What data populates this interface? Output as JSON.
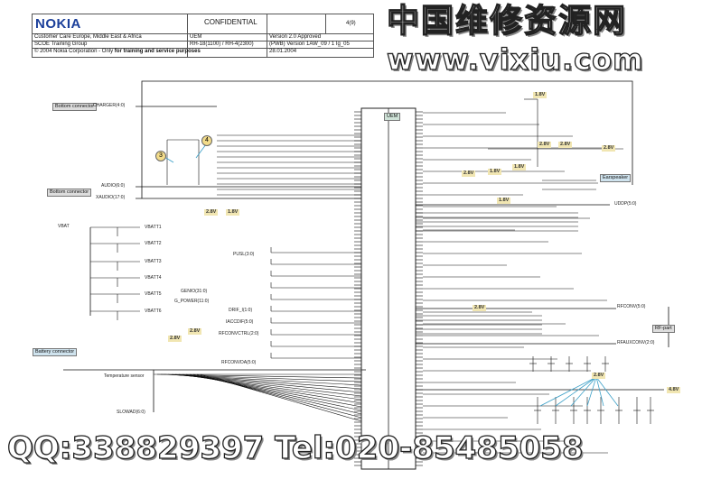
{
  "header": {
    "logo": "NOKIA",
    "confidential": "CONFIDENTIAL",
    "page": "4(9)",
    "org": "Customer Care Europe, Middle East & Africa",
    "group": "SCOE Training Group",
    "copyright_prefix": "© 2004 Nokia Corporation   - Only ",
    "copyright_bold": "for training and service purposes",
    "component": "UEM",
    "models": "RH-18(1100) / RH-4(2300)",
    "version": "Version 2.0 Approved",
    "pwb": "(PWB) Version 1AW_09 / 1 Ig_05",
    "date": "28.01.2004"
  },
  "schematic": {
    "ic_label": "UEM",
    "connectors": {
      "bottom1": "Bottom connector",
      "bottom2": "Bottom connector",
      "battery": "Battery connector",
      "earspeaker": "Earspeaker",
      "rfpart": "RF-part"
    },
    "signals": {
      "charger": "CHARGER(4:0)",
      "audio": "AUDIO(6:0)",
      "xaudio": "XAUDIO(17:0)",
      "vbat": "VBAT",
      "vbatt": [
        "VBATT1",
        "VBATT2",
        "VBATT3",
        "VBATT4",
        "VBATT5",
        "VBATT6"
      ],
      "pusl": "PUSL(3:0)",
      "genio": "GENIO(31:0)",
      "gpower": "G_POWER(11:0)",
      "drif": "DRIF_I(1:0)",
      "iaccdif": "IACCDIF(5:0)",
      "rfconvctrl": "RFCONVCTRL(2:0)",
      "rfconvda": "RFCONVDA(5:0)",
      "slowad": "SLOWAD(6:0)",
      "uddp": "UDDP(5:0)",
      "rfconv": "RFCONV(5:0)",
      "rfauxconv": "RFAUXCONV(2:0)",
      "temp_sensor": "Temperature sensor"
    },
    "callouts": [
      "3",
      "4"
    ],
    "voltages": [
      "1.8V",
      "2.8V",
      "2.8V",
      "2.8V",
      "1.8V",
      "2.8V",
      "1.8V",
      "1.8V",
      "2.8V",
      "1.8V",
      "2.8V",
      "2.8V",
      "4.8V",
      "2.8V",
      "2.8V"
    ]
  },
  "watermarks": {
    "cn": "中国维修资源网",
    "url": "www.vixiu.com",
    "contact": "QQ:338829397 Tel:020-85485058"
  }
}
